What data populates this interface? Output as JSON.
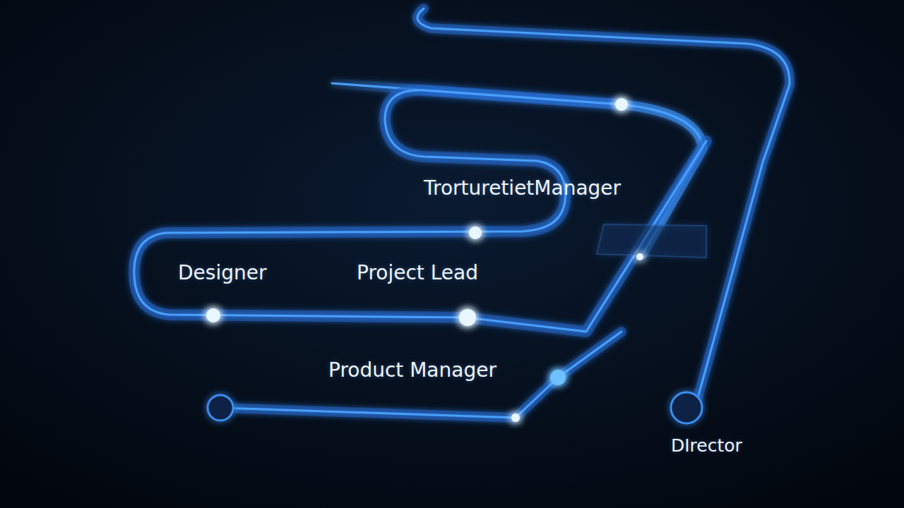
{
  "diagram": {
    "labels": [
      "TrorturetietManager",
      "Designer",
      "Project Lead",
      "Product Manager",
      "DIrector"
    ]
  }
}
